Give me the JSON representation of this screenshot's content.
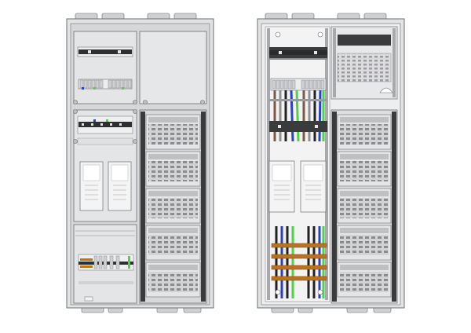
{
  "diagram": {
    "panels": [
      {
        "view": "front-covered"
      },
      {
        "view": "open-interior"
      }
    ],
    "colors": {
      "housing": "#d9dadb",
      "housing_dark": "#9ea0a3",
      "rail": "#3a3b3d",
      "cover": "#e6e7e8",
      "outline": "#6c6e71",
      "wire_brown": "#7a5a44",
      "wire_gray": "#8f9094",
      "wire_black": "#222222",
      "wire_blue": "#2b40c8",
      "wire_green": "#4fd14a",
      "busbar": "#b87326",
      "device_white": "#f4f4f4"
    },
    "modules_right_column": 5
  }
}
